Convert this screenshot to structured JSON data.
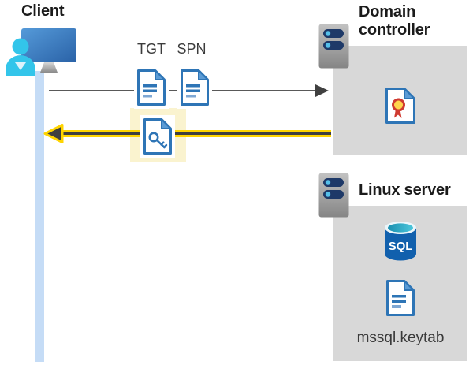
{
  "client": {
    "title": "Client"
  },
  "flow": {
    "tgt_label": "TGT",
    "spn_label": "SPN"
  },
  "domain_controller": {
    "title": "Domain controller"
  },
  "linux_server": {
    "title": "Linux server",
    "database_label": "SQL",
    "keytab_label": "mssql.keytab"
  },
  "colors": {
    "box_gray": "#d8d8d8",
    "lifeline": "#c5dcf6",
    "highlight": "#faf3cf",
    "request_arrow": "#595959",
    "response_arrow": "#ffd400",
    "response_core": "#3f3f3f",
    "doc_border": "#2e75b6",
    "doc_fold": "#5b9bd5",
    "doc_line_light": "#7fa8d4",
    "server_slot": "#1e3968",
    "server_dot": "#55c0ea",
    "person_cyan": "#33c5ea",
    "monitor_blue": "#2b63a8",
    "cert_seal": "#ffd44d",
    "cert_ribbon": "#cf3a30",
    "sql_blue": "#1160ad"
  }
}
